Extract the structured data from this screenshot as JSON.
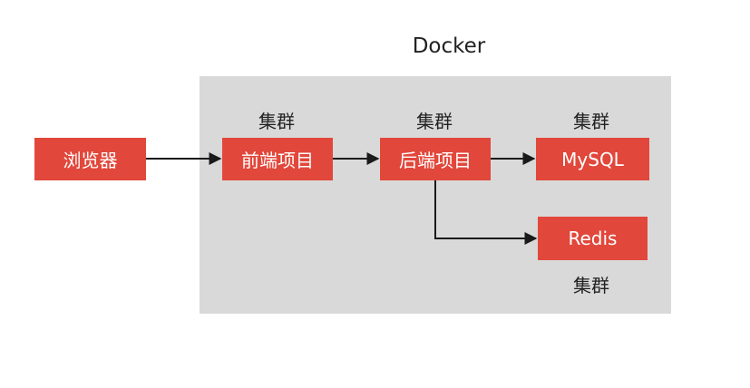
{
  "diagram": {
    "title": "Docker",
    "cluster_label": "集群",
    "nodes": {
      "browser": "浏览器",
      "frontend": "前端项目",
      "backend": "后端项目",
      "mysql": "MySQL",
      "redis": "Redis"
    },
    "edges": [
      {
        "from": "browser",
        "to": "frontend"
      },
      {
        "from": "frontend",
        "to": "backend"
      },
      {
        "from": "backend",
        "to": "mysql"
      },
      {
        "from": "backend",
        "to": "redis"
      }
    ],
    "colors": {
      "node_fill": "#e2473b",
      "container_fill": "#d9d9d9",
      "edge": "#1a1a1a"
    }
  }
}
